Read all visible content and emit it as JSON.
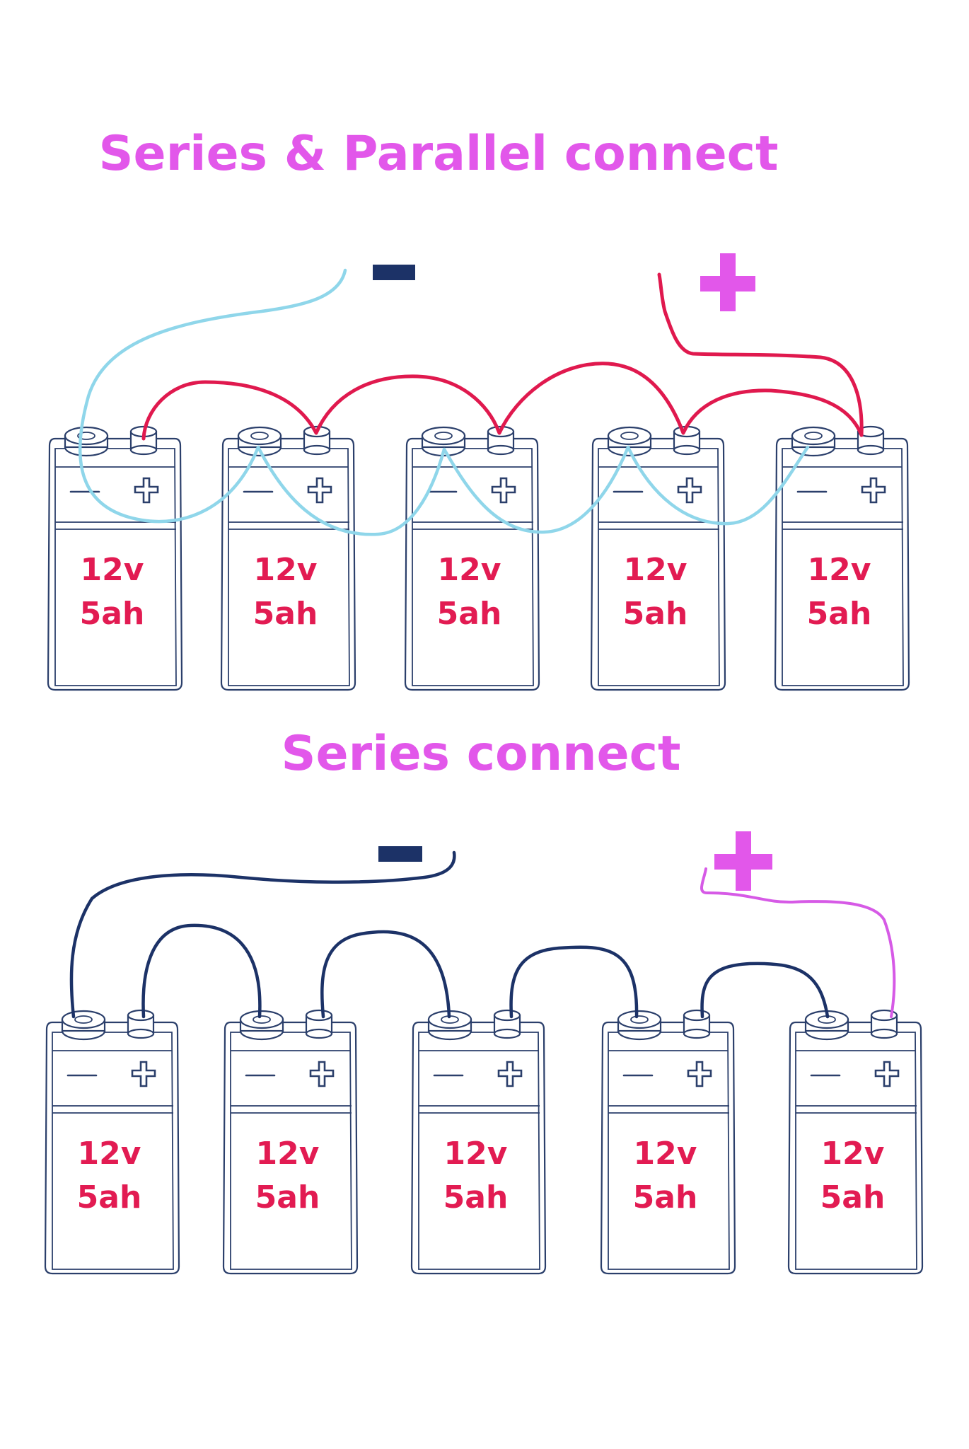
{
  "diagrams": [
    {
      "title": "Series & Parallel connect",
      "negative_symbol": "−",
      "positive_symbol": "+",
      "batteries": [
        {
          "voltage": "12v",
          "capacity": "5ah"
        },
        {
          "voltage": "12v",
          "capacity": "5ah"
        },
        {
          "voltage": "12v",
          "capacity": "5ah"
        },
        {
          "voltage": "12v",
          "capacity": "5ah"
        },
        {
          "voltage": "12v",
          "capacity": "5ah"
        }
      ],
      "wiring": "parallel",
      "negative_wire_color": "#8fd6ea",
      "positive_wire_color": "#e0194e"
    },
    {
      "title": "Series connect",
      "negative_symbol": "−",
      "positive_symbol": "+",
      "batteries": [
        {
          "voltage": "12v",
          "capacity": "5ah"
        },
        {
          "voltage": "12v",
          "capacity": "5ah"
        },
        {
          "voltage": "12v",
          "capacity": "5ah"
        },
        {
          "voltage": "12v",
          "capacity": "5ah"
        },
        {
          "voltage": "12v",
          "capacity": "5ah"
        }
      ],
      "wiring": "series",
      "series_wire_color": "#1c3267",
      "positive_wire_color": "#d65ae6"
    }
  ],
  "colors": {
    "title": "#e257ea",
    "battery_label": "#e21b52",
    "battery_outline": "#2b3f6b",
    "negative_sign": "#1c3267",
    "positive_sign": "#e257ea"
  }
}
